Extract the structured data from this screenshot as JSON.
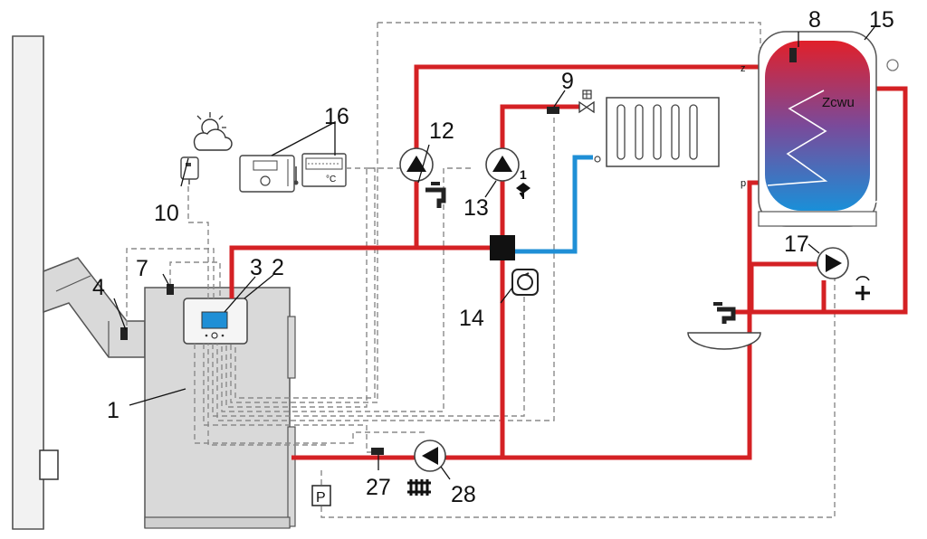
{
  "labels": {
    "boiler": "1",
    "controller": "2",
    "display": "3",
    "flue_sensor": "4",
    "boiler_sensor": "7",
    "tank_sensor": "8",
    "pipe_sensor": "9",
    "weather_sensor": "10",
    "pump_12": "12",
    "pump_13": "13",
    "mixing_actuator": "14",
    "dhw_tank": "15",
    "room_panels": "16",
    "circulation_pump": "17",
    "return_sensor": "27",
    "return_pump": "28"
  },
  "tank": {
    "zcwu": "Zcwu",
    "z_port": "z",
    "p_port": "p"
  },
  "room_thermostat": {
    "unit": "°C"
  },
  "protection": {
    "p_symbol": "P"
  },
  "colors": {
    "hot": "#d42124",
    "cold": "#1f8fd6",
    "signal": "#8a8a8a"
  }
}
